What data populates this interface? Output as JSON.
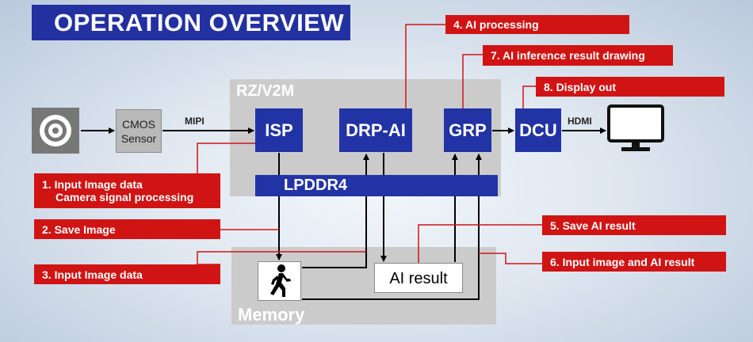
{
  "title": "OPERATION OVERVIEW",
  "chip": {
    "label": "RZ/V2M",
    "isp": "ISP",
    "drpai": "DRP-AI",
    "grp": "GRP",
    "dcu": "DCU",
    "lpddr": "LPDDR4"
  },
  "memory": {
    "label": "Memory",
    "ai_result": "AI result"
  },
  "camera_icon": "camera-lens-icon",
  "cmos": {
    "line1": "CMOS",
    "line2": "Sensor"
  },
  "mipi": "MIPI",
  "hdmi": "HDMI",
  "monitor_icon": "monitor-icon",
  "person_icon": "walking-person-icon",
  "steps": {
    "s1_line1": "1. Input Image data",
    "s1_line2": "Camera signal processing",
    "s2": "2. Save Image",
    "s3": "3. Input Image data",
    "s4": "4. AI processing",
    "s5": "5. Save AI result",
    "s6": "6. Input image and AI result",
    "s7": "7. AI inference result drawing",
    "s8": "8. Display out"
  },
  "colors": {
    "blue": "#2233a5",
    "red": "#d01414",
    "gray": "#cbcbcb"
  }
}
